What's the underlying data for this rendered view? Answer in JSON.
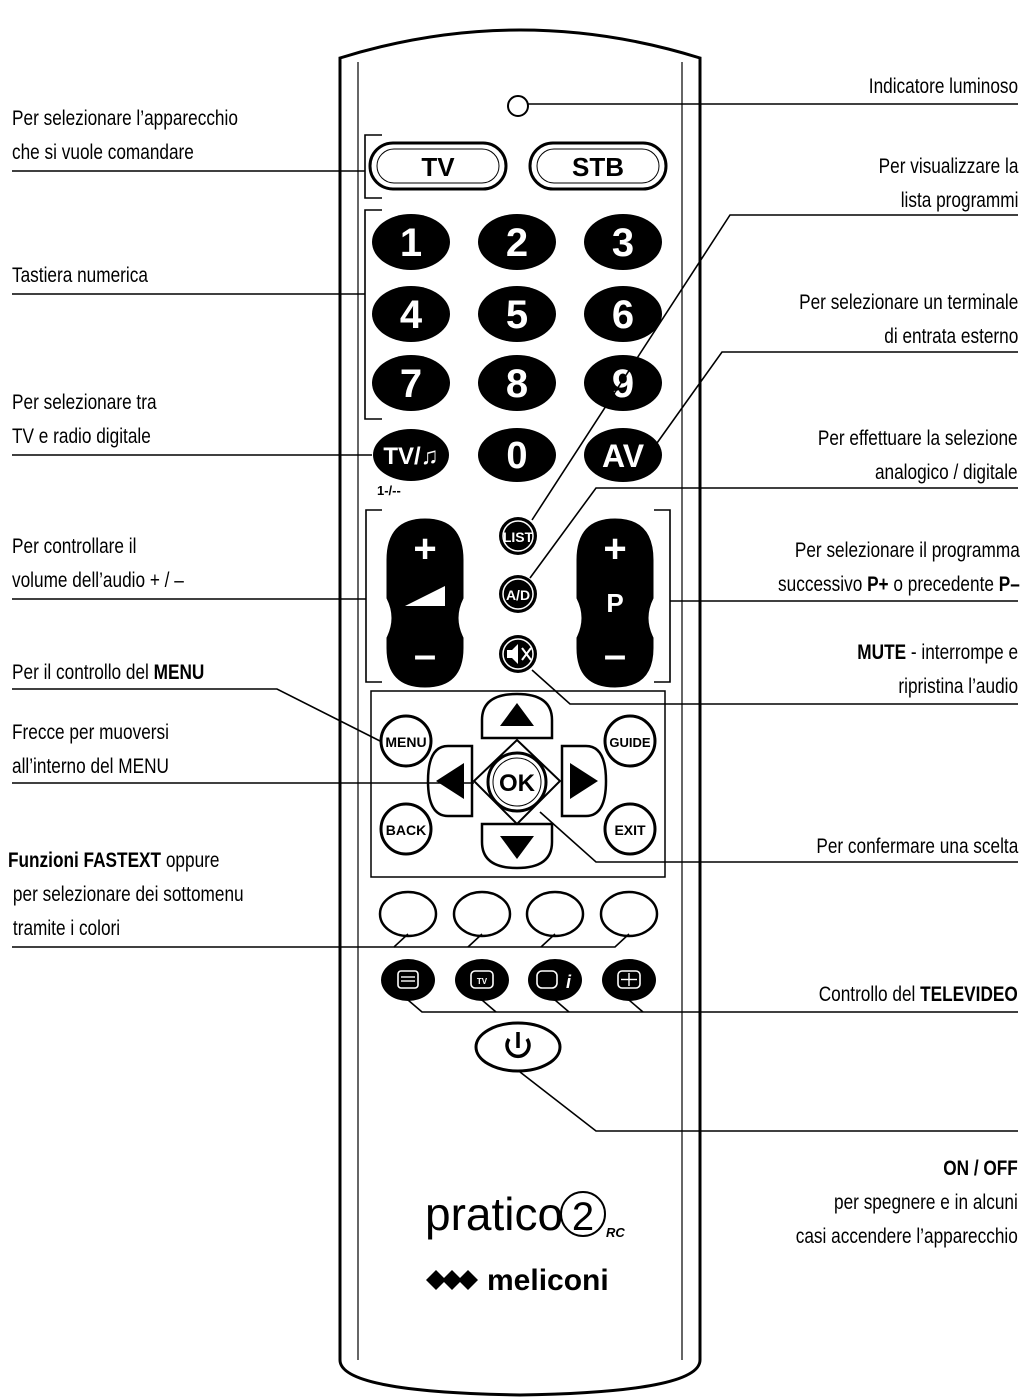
{
  "device": {
    "buttons": {
      "tv": "TV",
      "stb": "STB",
      "digits": [
        "1",
        "2",
        "3",
        "4",
        "5",
        "6",
        "7",
        "8",
        "9"
      ],
      "zero": "0",
      "tv_radio": "TV/♫",
      "tv_radio_sub": "1-/--",
      "av": "AV",
      "list": "LIST",
      "ad": "A/D",
      "vol_plus": "+",
      "vol_minus": "–",
      "prog_plus": "+",
      "prog_label": "P",
      "prog_minus": "–",
      "menu": "MENU",
      "guide": "GUIDE",
      "back": "BACK",
      "exit": "EXIT",
      "ok": "OK"
    },
    "brand": {
      "model": "pratico",
      "model_number": "2",
      "model_suffix": "RC",
      "maker": "meliconi"
    }
  },
  "labels": {
    "led": "Indicatore luminoso",
    "device_select": [
      "Per selezionare l’apparecchio",
      "che si vuole comandare"
    ],
    "keypad": "Tastiera numerica",
    "tv_radio": [
      "Per selezionare tra",
      "TV e radio digitale"
    ],
    "volume": [
      "Per controllare il",
      "volume dell’audio + / –"
    ],
    "menu_prefix": "Per il controllo del ",
    "menu_bold": "MENU",
    "arrows": [
      "Frecce per muoversi",
      "all’interno del MENU"
    ],
    "fastext_bold": "Funzioni FASTEXT",
    "fastext_rest": " oppure",
    "fastext_lines": [
      "per selezionare dei sottomenu",
      "tramite i colori"
    ],
    "list": [
      "Per visualizzare la",
      "lista programmi"
    ],
    "av": [
      "Per selezionare un terminale",
      "di entrata esterno"
    ],
    "ad": [
      "Per effettuare la selezione",
      "analogico / digitale"
    ],
    "program_1": "Per selezionare il programma",
    "program_2_a": "successivo ",
    "program_2_b": "P+",
    "program_2_c": " o precedente ",
    "program_2_d": "P–",
    "mute_bold": "MUTE",
    "mute_rest": " - interrompe e",
    "mute_2": "ripristina l’audio",
    "ok": "Per confermare una scelta",
    "teletext_prefix": "Controllo del ",
    "teletext_bold": "TELEVIDEO",
    "power_bold": "ON / OFF",
    "power_lines": [
      "per spegnere e in alcuni",
      "casi accendere l’apparecchio"
    ]
  }
}
